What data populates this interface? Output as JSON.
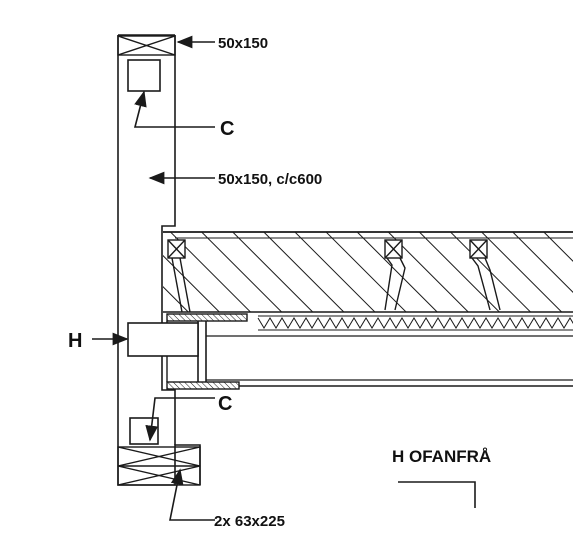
{
  "drawing": {
    "labels": {
      "top_timber": "50x150",
      "section_c_top": "C",
      "stud": "50x150, c/c600",
      "section_h": "H",
      "section_c_bottom": "C",
      "bottom_timber": "2x 63x225",
      "view_title": "H OFANFRÅ"
    },
    "colors": {
      "line": "#1a1a1a",
      "paper": "#ffffff"
    }
  }
}
